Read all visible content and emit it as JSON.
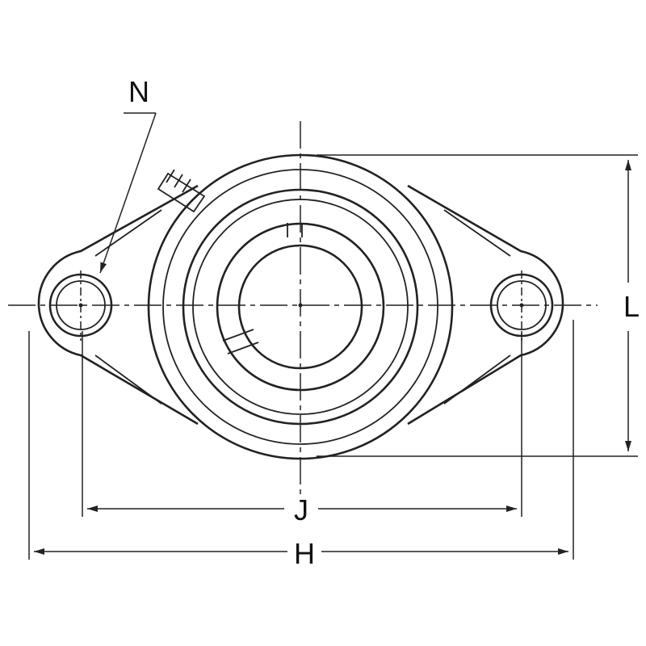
{
  "labels": {
    "hole_diameter": "N",
    "bolt_spacing": "J",
    "overall_length": "H",
    "flange_height": "L"
  },
  "colors": {
    "line": "#222222",
    "background": "#ffffff"
  }
}
